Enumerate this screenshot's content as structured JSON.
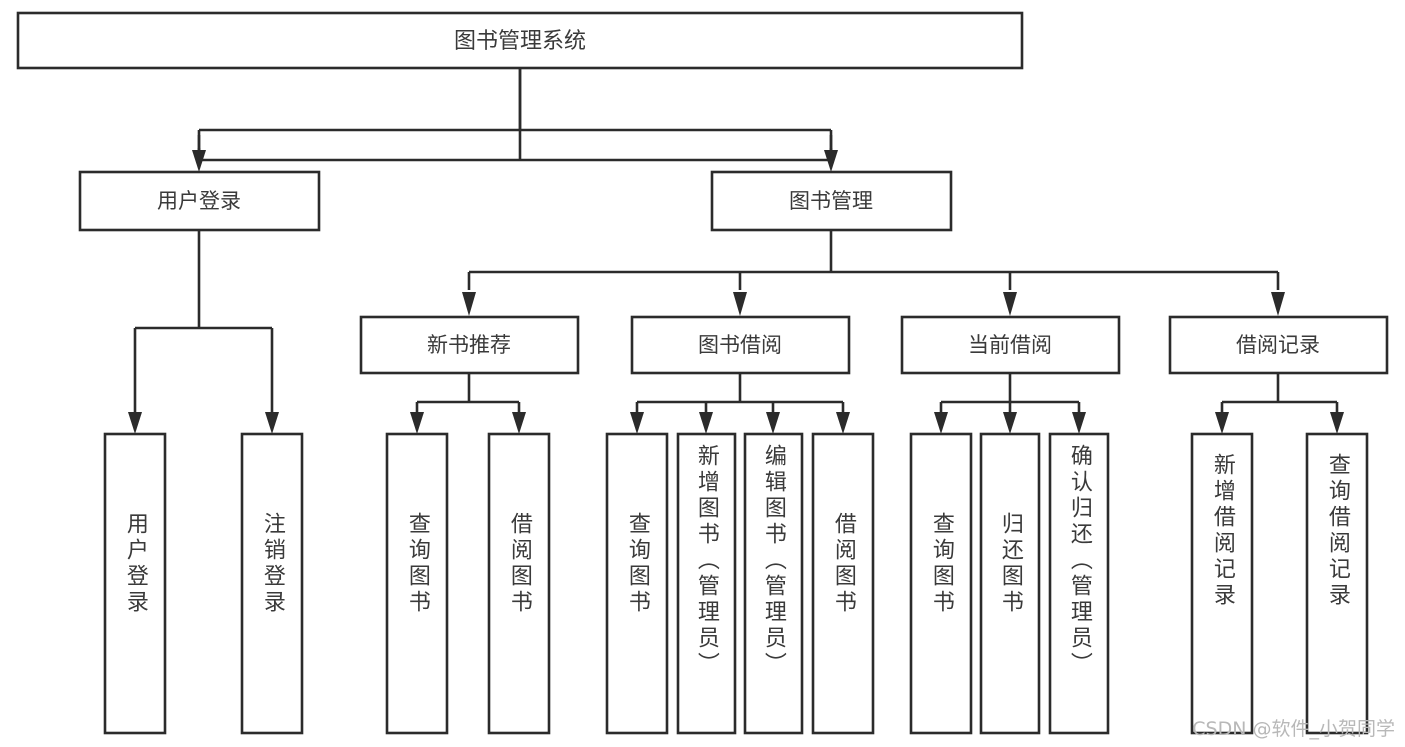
{
  "diagram": {
    "type": "tree-hierarchy",
    "title": "图书管理系统",
    "orientation": "top-down",
    "colors": {
      "box_fill": "#ffffff",
      "box_stroke": "#2b2b2b",
      "text": "#3a3a3a",
      "watermark": "#b8b8b8",
      "background": "#ffffff"
    },
    "root": {
      "id": "root",
      "label": "图书管理系统"
    },
    "level2": [
      {
        "id": "user-login",
        "label": "用户登录"
      },
      {
        "id": "book-manage",
        "label": "图书管理"
      }
    ],
    "level3": [
      {
        "id": "new-book-rec",
        "label": "新书推荐"
      },
      {
        "id": "book-borrow",
        "label": "图书借阅"
      },
      {
        "id": "current-borrow",
        "label": "当前借阅"
      },
      {
        "id": "borrow-record",
        "label": "借阅记录"
      }
    ],
    "leaves": {
      "user-login": [
        {
          "id": "leaf-user-login",
          "label": "用户登录"
        },
        {
          "id": "leaf-logout",
          "label": "注销登录"
        }
      ],
      "new-book-rec": [
        {
          "id": "leaf-query-book-1",
          "label": "查询图书"
        },
        {
          "id": "leaf-borrow-book-1",
          "label": "借阅图书"
        }
      ],
      "book-borrow": [
        {
          "id": "leaf-query-book-2",
          "label": "查询图书"
        },
        {
          "id": "leaf-add-book",
          "label": "新增图书（管理员）"
        },
        {
          "id": "leaf-edit-book",
          "label": "编辑图书（管理员）"
        },
        {
          "id": "leaf-borrow-book-2",
          "label": "借阅图书"
        }
      ],
      "current-borrow": [
        {
          "id": "leaf-query-book-3",
          "label": "查询图书"
        },
        {
          "id": "leaf-return-book",
          "label": "归还图书"
        },
        {
          "id": "leaf-confirm-return",
          "label": "确认归还（管理员）"
        }
      ],
      "borrow-record": [
        {
          "id": "leaf-add-record",
          "label": "新增借阅记录"
        },
        {
          "id": "leaf-query-record",
          "label": "查询借阅记录"
        }
      ]
    }
  },
  "watermark": {
    "text": "CSDN @软件_小贺同学"
  }
}
